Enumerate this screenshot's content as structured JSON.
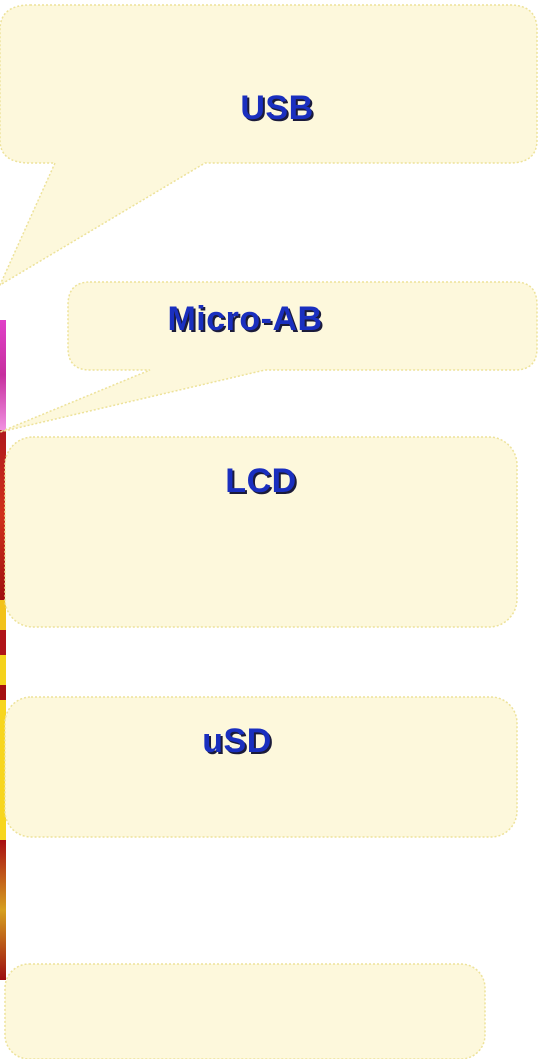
{
  "callouts": [
    {
      "id": "usb",
      "label": "USB"
    },
    {
      "id": "micro-ab",
      "label": "Micro-AB"
    },
    {
      "id": "lcd",
      "label": "LCD"
    },
    {
      "id": "usd",
      "label": "uSD"
    },
    {
      "id": "empty",
      "label": ""
    }
  ],
  "colors": {
    "callout_fill": "#fdf8dc",
    "callout_border": "#ede29a",
    "label_text": "#1a2fbf",
    "label_shadow": "#1b1b3a"
  }
}
